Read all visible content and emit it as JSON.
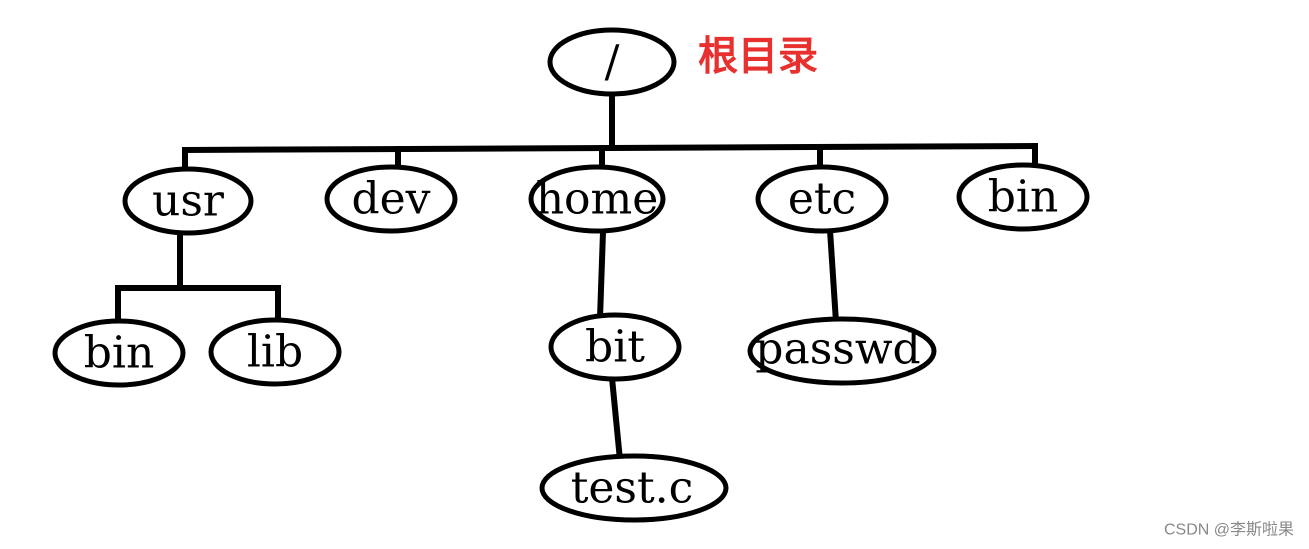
{
  "colors": {
    "annotation": "#e8302f",
    "stroke": "#000000",
    "watermark": "#888888"
  },
  "root_annotation": "根目录",
  "watermark": "CSDN @李斯啦果",
  "nodes": {
    "root": "/",
    "usr": "usr",
    "dev": "dev",
    "home": "home",
    "etc": "etc",
    "bin": "bin",
    "usr_bin": "bin",
    "usr_lib": "lib",
    "bit": "bit",
    "passwd": "passwd",
    "test_c": "test.c"
  }
}
